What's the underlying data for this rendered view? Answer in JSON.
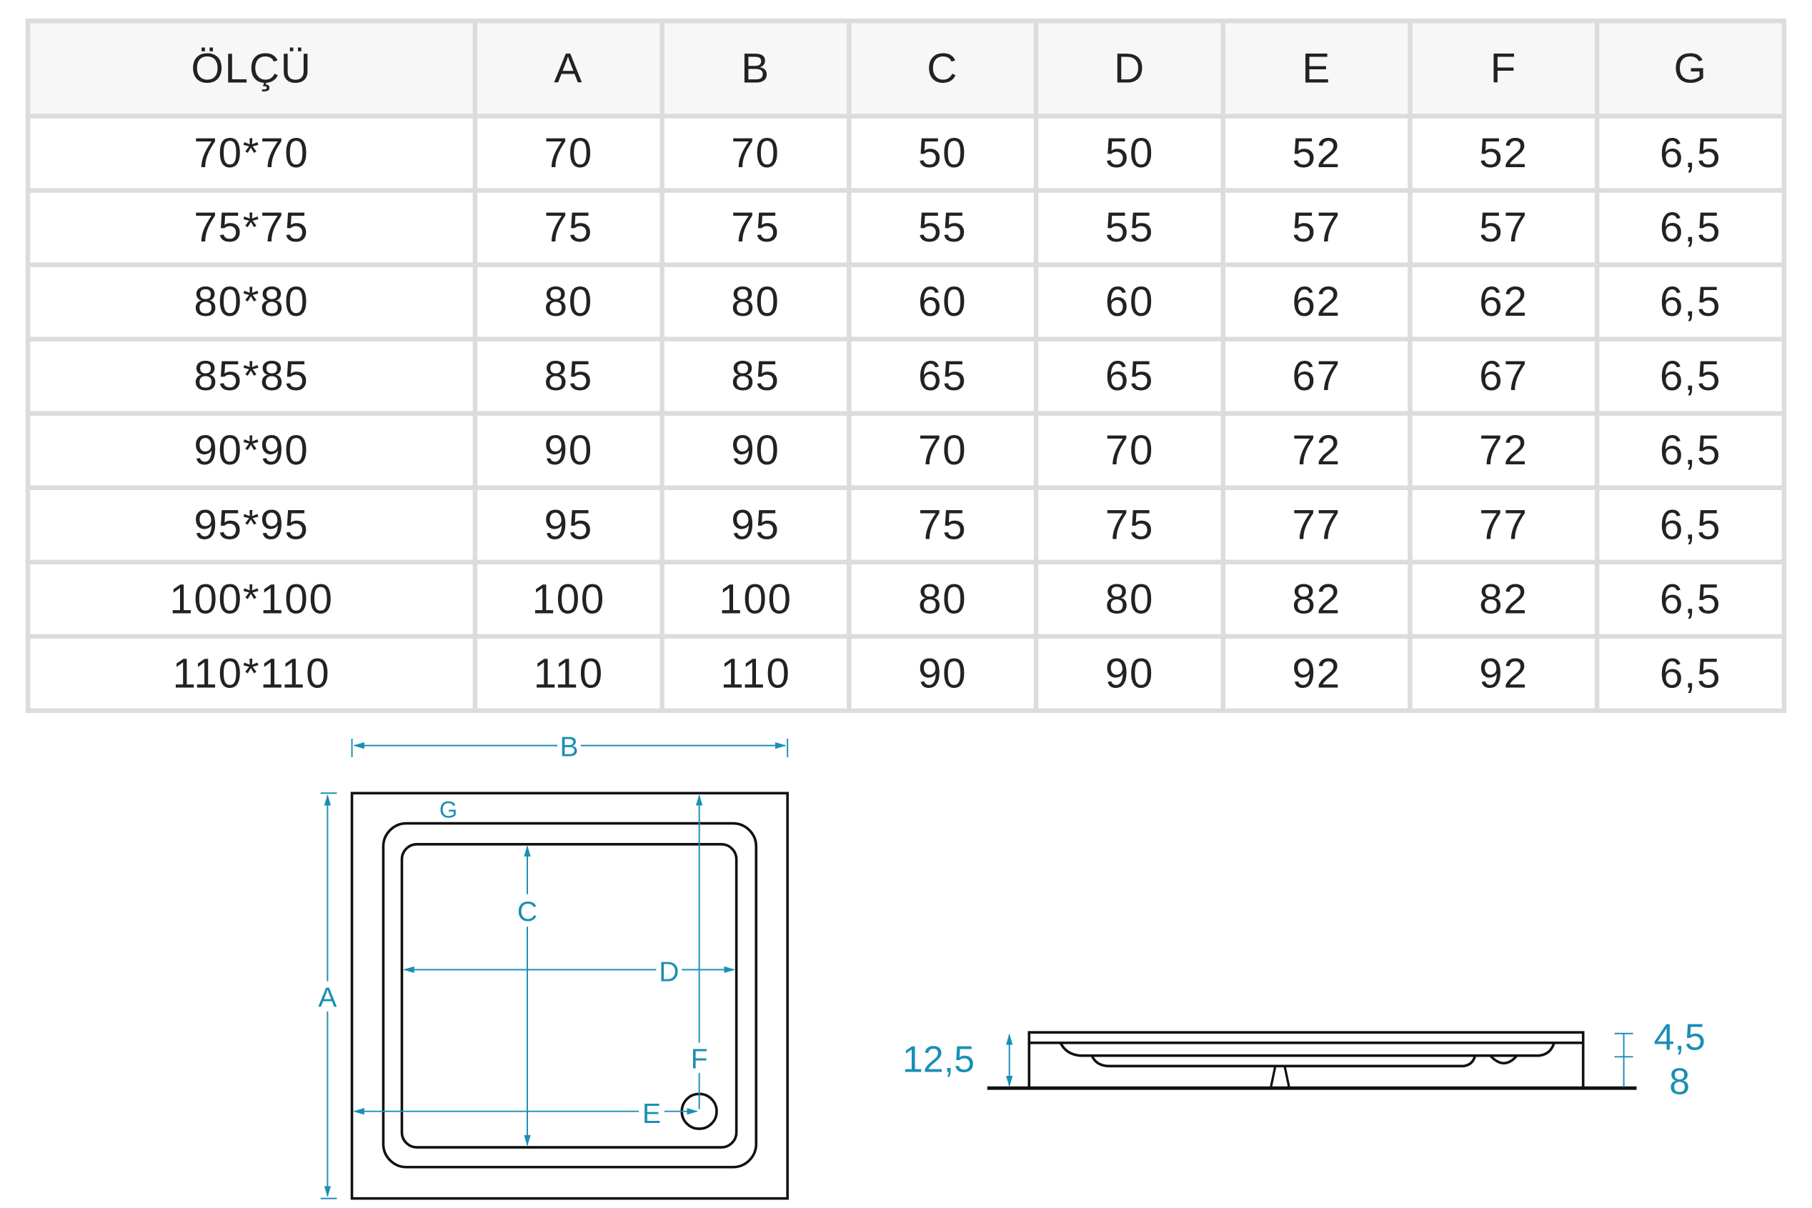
{
  "table": {
    "headers": [
      "ÖLÇÜ",
      "A",
      "B",
      "C",
      "D",
      "E",
      "F",
      "G"
    ],
    "rows": [
      [
        "70*70",
        "70",
        "70",
        "50",
        "50",
        "52",
        "52",
        "6,5"
      ],
      [
        "75*75",
        "75",
        "75",
        "55",
        "55",
        "57",
        "57",
        "6,5"
      ],
      [
        "80*80",
        "80",
        "80",
        "60",
        "60",
        "62",
        "62",
        "6,5"
      ],
      [
        "85*85",
        "85",
        "85",
        "65",
        "65",
        "67",
        "67",
        "6,5"
      ],
      [
        "90*90",
        "90",
        "90",
        "70",
        "70",
        "72",
        "72",
        "6,5"
      ],
      [
        "95*95",
        "95",
        "95",
        "75",
        "75",
        "77",
        "77",
        "6,5"
      ],
      [
        "100*100",
        "100",
        "100",
        "80",
        "80",
        "82",
        "82",
        "6,5"
      ],
      [
        "110*110",
        "110",
        "110",
        "90",
        "90",
        "92",
        "92",
        "6,5"
      ]
    ]
  },
  "top_view": {
    "labels": {
      "a": "A",
      "b": "B",
      "c": "C",
      "d": "D",
      "e": "E",
      "f": "F",
      "g": "G"
    }
  },
  "side_view": {
    "height_total": "12,5",
    "rim": "4,5",
    "base": "8"
  },
  "colors": {
    "dimension": "#1a8fb5",
    "grid": "#dcdcdc",
    "line": "#111111"
  }
}
